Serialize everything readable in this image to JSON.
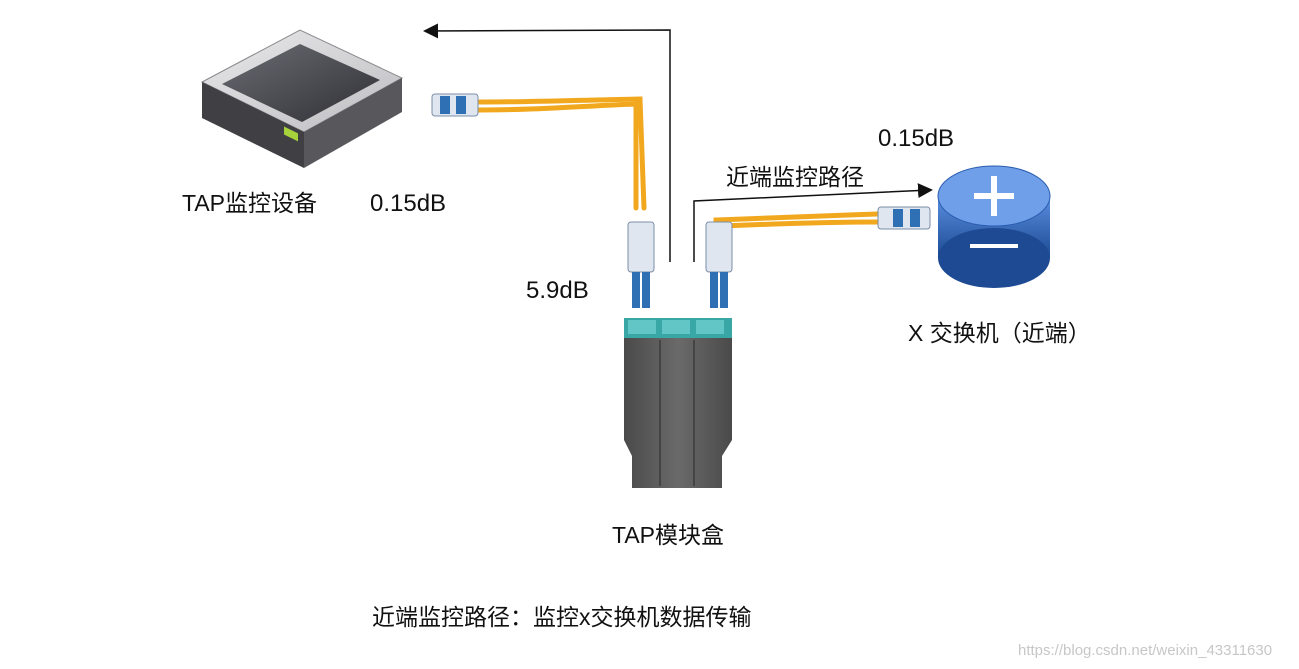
{
  "labels": {
    "tap_device": "TAP监控设备",
    "loss_left": "0.15dB",
    "loss_module": "5.9dB",
    "loss_right": "0.15dB",
    "path_label": "近端监控路径",
    "switch_label": "X 交换机（近端）",
    "module_label": "TAP模块盒",
    "caption": "近端监控路径：监控x交换机数据传输",
    "watermark": "https://blog.csdn.net/weixin_43311630"
  },
  "colors": {
    "fiber": "#f2a81e",
    "connector": "#2f6fb3",
    "module_body": "#5b5b5b",
    "module_ports": "#3aa7a7",
    "switch_blue": "#2f64b5",
    "device_gray": "#4f4f54"
  },
  "icons": {
    "tap_device": "server-box-icon",
    "switch": "router-switch-icon",
    "module": "tap-module-cassette-icon"
  }
}
